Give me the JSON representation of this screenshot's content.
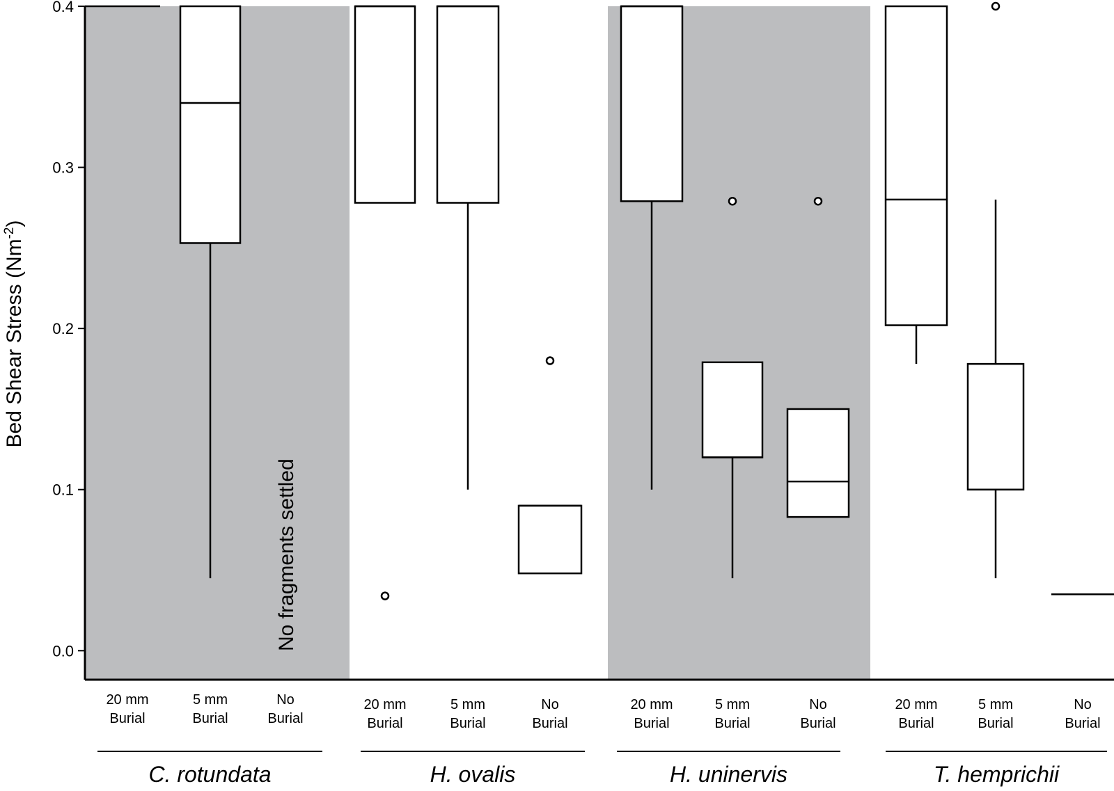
{
  "chart_data": {
    "type": "box",
    "ylabel": "Bed Shear Stress (Nm",
    "ylabel_sup": "-2",
    "ylabel_close": ")",
    "ylim": [
      -0.018,
      0.4
    ],
    "yticks": [
      0.0,
      0.1,
      0.2,
      0.3,
      0.4
    ],
    "ytick_labels": [
      "0.0",
      "0.1",
      "0.2",
      "0.3",
      "0.4"
    ],
    "grid": false,
    "shaded_color": "#bcbdbf",
    "groups": [
      {
        "species": "C. rotundata",
        "shaded": true,
        "categories": [
          {
            "line1": "20 mm",
            "line2": "Burial",
            "box": {
              "whisker_low": 0.4,
              "q1": 0.4,
              "median": 0.4,
              "q3": 0.4,
              "whisker_high": 0.4
            },
            "outliers": []
          },
          {
            "line1": "5 mm",
            "line2": "Burial",
            "box": {
              "whisker_low": 0.045,
              "q1": 0.253,
              "median": 0.34,
              "q3": 0.4,
              "whisker_high": 0.4
            },
            "outliers": []
          },
          {
            "line1": "No",
            "line2": "Burial",
            "box": null,
            "outliers": [],
            "note": "No fragments settled"
          }
        ]
      },
      {
        "species": "H. ovalis",
        "shaded": false,
        "categories": [
          {
            "line1": "20 mm",
            "line2": "Burial",
            "box": {
              "whisker_low": 0.278,
              "q1": 0.278,
              "median": 0.4,
              "q3": 0.4,
              "whisker_high": 0.4
            },
            "outliers": [
              0.034
            ]
          },
          {
            "line1": "5 mm",
            "line2": "Burial",
            "box": {
              "whisker_low": 0.1,
              "q1": 0.278,
              "median": 0.4,
              "q3": 0.4,
              "whisker_high": 0.4
            },
            "outliers": []
          },
          {
            "line1": "No",
            "line2": "Burial",
            "box": {
              "whisker_low": 0.048,
              "q1": 0.048,
              "median": 0.09,
              "q3": 0.09,
              "whisker_high": 0.09
            },
            "outliers": [
              0.18
            ]
          }
        ]
      },
      {
        "species": "H. uninervis",
        "shaded": true,
        "categories": [
          {
            "line1": "20 mm",
            "line2": "Burial",
            "box": {
              "whisker_low": 0.1,
              "q1": 0.279,
              "median": 0.4,
              "q3": 0.4,
              "whisker_high": 0.4
            },
            "outliers": []
          },
          {
            "line1": "5 mm",
            "line2": "Burial",
            "box": {
              "whisker_low": 0.045,
              "q1": 0.12,
              "median": 0.12,
              "q3": 0.179,
              "whisker_high": 0.179
            },
            "outliers": [
              0.279
            ]
          },
          {
            "line1": "No",
            "line2": "Burial",
            "box": {
              "whisker_low": 0.083,
              "q1": 0.083,
              "median": 0.105,
              "q3": 0.15,
              "whisker_high": 0.15
            },
            "outliers": [
              0.279
            ]
          }
        ]
      },
      {
        "species": "T. hemprichii",
        "shaded": false,
        "categories": [
          {
            "line1": "20 mm",
            "line2": "Burial",
            "box": {
              "whisker_low": 0.178,
              "q1": 0.202,
              "median": 0.28,
              "q3": 0.4,
              "whisker_high": 0.4
            },
            "outliers": []
          },
          {
            "line1": "5 mm",
            "line2": "Burial",
            "box": {
              "whisker_low": 0.045,
              "q1": 0.1,
              "median": 0.1,
              "q3": 0.178,
              "whisker_high": 0.28
            },
            "outliers": [
              0.4
            ]
          },
          {
            "line1": "No",
            "line2": "Burial",
            "box": {
              "whisker_low": 0.035,
              "q1": 0.035,
              "median": 0.035,
              "q3": 0.035,
              "whisker_high": 0.035
            },
            "outliers": []
          }
        ]
      }
    ]
  }
}
